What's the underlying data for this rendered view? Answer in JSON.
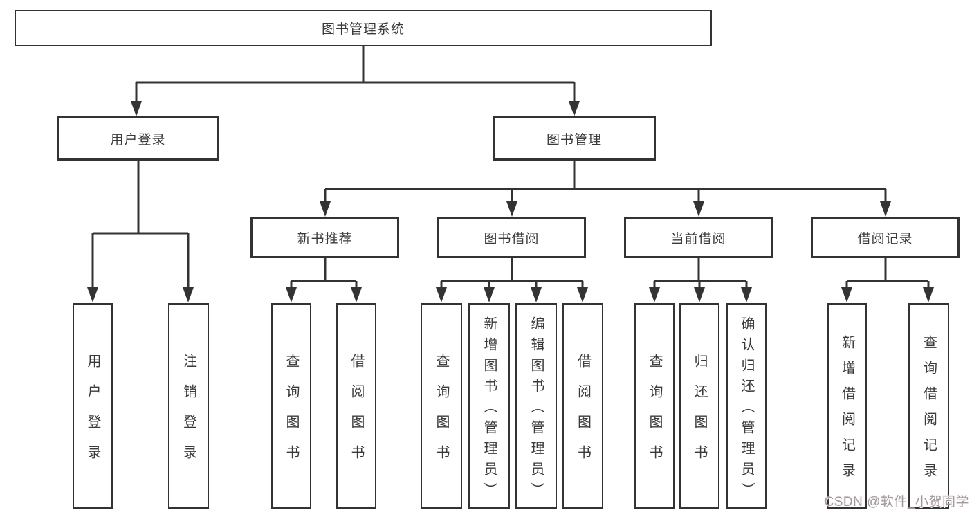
{
  "title": "图书管理系统",
  "watermark": {
    "text": "CSDN @软件_小贺同学"
  },
  "colors": {
    "line": "#333333",
    "box_border": "#333333",
    "text": "#3a3a3a",
    "background": "#ffffff",
    "watermark": "#9c9c9c"
  },
  "tree": {
    "label": "图书管理系统",
    "children": [
      {
        "label": "用户登录",
        "children": [
          {
            "label": "用户登录"
          },
          {
            "label": "注销登录"
          }
        ]
      },
      {
        "label": "图书管理",
        "children": [
          {
            "label": "新书推荐",
            "children": [
              {
                "label": "查询图书"
              },
              {
                "label": "借阅图书"
              }
            ]
          },
          {
            "label": "图书借阅",
            "children": [
              {
                "label": "查询图书"
              },
              {
                "label": "新增图书（管理员）"
              },
              {
                "label": "编辑图书（管理员）"
              },
              {
                "label": "借阅图书"
              }
            ]
          },
          {
            "label": "当前借阅",
            "children": [
              {
                "label": "查询图书"
              },
              {
                "label": "归还图书"
              },
              {
                "label": "确认归还（管理员）"
              }
            ]
          },
          {
            "label": "借阅记录",
            "children": [
              {
                "label": "新增借阅记录"
              },
              {
                "label": "查询借阅记录"
              }
            ]
          }
        ]
      }
    ]
  }
}
